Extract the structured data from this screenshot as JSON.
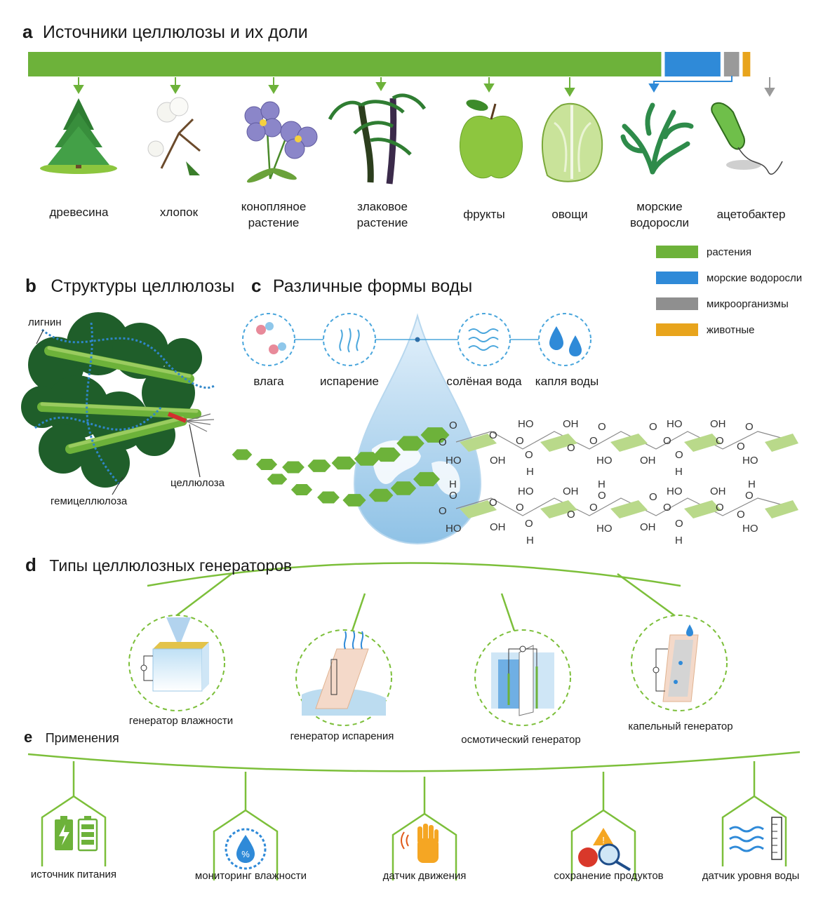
{
  "panel_a": {
    "letter": "a",
    "title": "Источники целлюлозы и их доли",
    "shares": [
      {
        "name": "растения",
        "fraction": 0.8333,
        "color": "#6db23a"
      },
      {
        "name": "морские водоросли",
        "fraction": 0.0733,
        "color": "#2f8ad8"
      },
      {
        "name": "микроорганизмы",
        "fraction": 0.02,
        "color": "#9a9a9a"
      },
      {
        "name": "животные",
        "fraction": 0.01,
        "color": "#e8a41c"
      }
    ],
    "sources": [
      {
        "line1": "древесина",
        "line2": ""
      },
      {
        "line1": "хлопок",
        "line2": ""
      },
      {
        "line1": "конопляное",
        "line2": "растение"
      },
      {
        "line1": "злаковое",
        "line2": "растение"
      },
      {
        "line1": "фрукты",
        "line2": ""
      },
      {
        "line1": "овощи",
        "line2": ""
      },
      {
        "line1": "морские",
        "line2": "водоросли"
      },
      {
        "line1": "ацетобактер",
        "line2": ""
      }
    ],
    "legend": [
      {
        "label": "растения",
        "color": "#6db23a"
      },
      {
        "label": "морские водоросли",
        "color": "#2f8ad8"
      },
      {
        "label": "микроорганизмы",
        "color": "#8f8f8f"
      },
      {
        "label": "животные",
        "color": "#e8a41c"
      }
    ]
  },
  "panel_b": {
    "letter": "b",
    "title": "Структуры целлюлозы",
    "labels": {
      "lignin": "лигнин",
      "cellulose": "целлюлоза",
      "hemicellulose": "гемицеллюлоза"
    }
  },
  "panel_c": {
    "letter": "c",
    "title": "Различные формы воды",
    "forms": [
      "влага",
      "испарение",
      "солёная вода",
      "капля воды"
    ],
    "chem_groups": {
      "oh": "OH",
      "ho": "HO",
      "o": "O",
      "h": "H"
    }
  },
  "panel_d": {
    "letter": "d",
    "title": "Типы целлюлозных генераторов",
    "generators": [
      "генератор влажности",
      "генератор испарения",
      "осмотический генератор",
      "капельный генератор"
    ]
  },
  "panel_e": {
    "letter": "e",
    "title": "Применения",
    "applications": [
      "источник питания",
      "мониторинг влажности",
      "датчик движения",
      "сохранение продуктов",
      "датчик уровня воды"
    ]
  },
  "colors": {
    "green": "#6db23a",
    "green_dark": "#2f6b1c",
    "blue": "#2f8ad8",
    "light_blue": "#4aa6dc"
  }
}
